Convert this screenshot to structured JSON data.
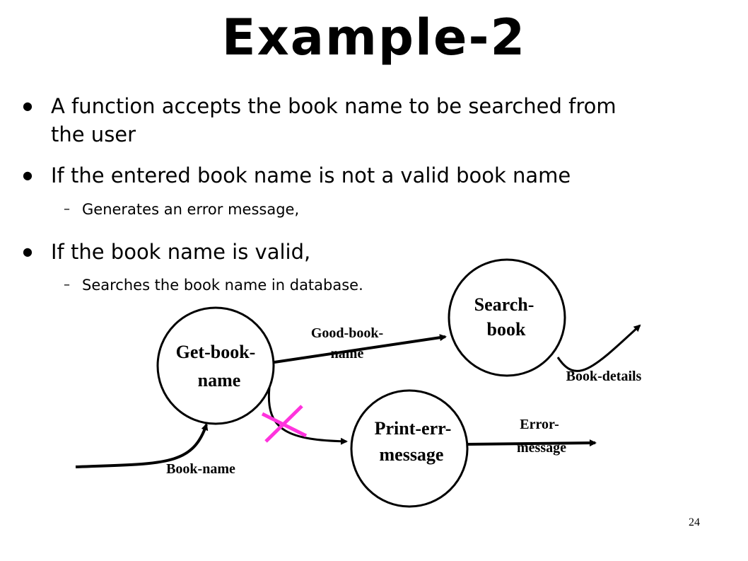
{
  "title": "Example-2",
  "bullets": [
    {
      "text_line1": "A function accepts the book name to be searched from",
      "text_line2": "the user"
    },
    {
      "text": "If the entered book name is  not a valid book name",
      "sub": "Generates an error message,"
    },
    {
      "text": "If the book name is valid,",
      "sub": "Searches the book name in database."
    }
  ],
  "diagram": {
    "nodes": {
      "get_book_name": {
        "line1": "Get-book-",
        "line2": "name"
      },
      "search_book": {
        "line1": "Search-",
        "line2": "book"
      },
      "print_err_message": {
        "line1": "Print-err-",
        "line2": "message"
      }
    },
    "flows": {
      "book_name": "Book-name",
      "good_book_name": {
        "line1": "Good-book-",
        "line2": "name"
      },
      "book_details": "Book-details",
      "error_message": {
        "line1": "Error-",
        "line2": "message"
      }
    },
    "colors": {
      "stroke": "#000000",
      "cross_mark": "#ff33dd"
    }
  },
  "page_number": "24"
}
